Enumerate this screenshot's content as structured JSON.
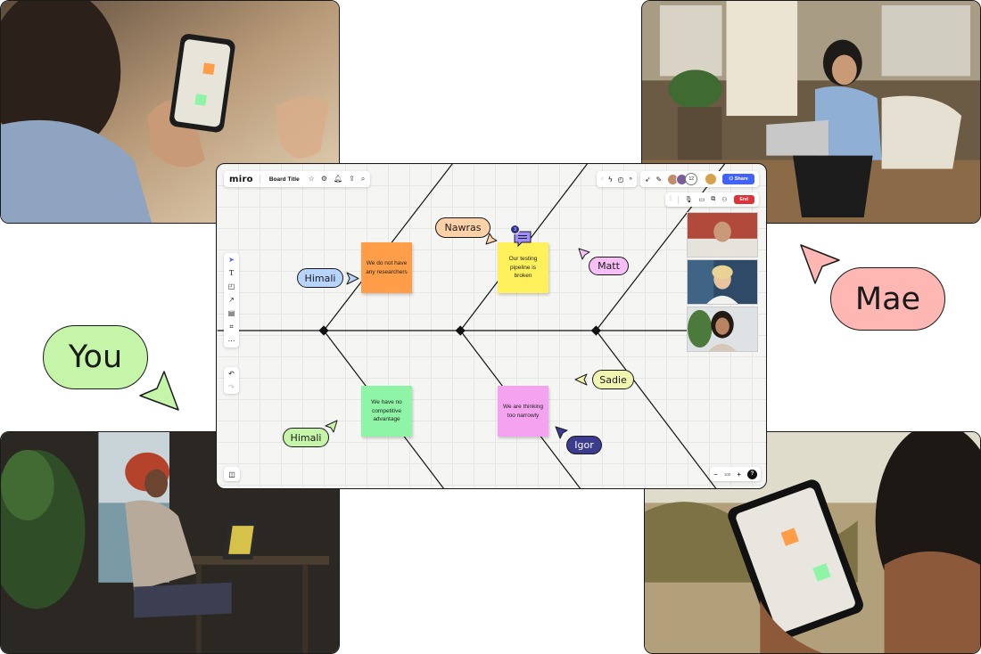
{
  "colors": {
    "accent": "#4262ff",
    "end_call": "#e0323a",
    "sticky_orange": "#ff9d48",
    "sticky_yellow": "#fff05c",
    "sticky_green": "#8ff5a6",
    "sticky_pink": "#f5a3f0"
  },
  "outer_cursors": {
    "you": {
      "label": "You",
      "color": "#c5f5a8"
    },
    "mae": {
      "label": "Mae",
      "color": "#ffb7b3"
    }
  },
  "board": {
    "toolbar": {
      "logo": "miro",
      "title": "Board Title",
      "icons": [
        "star-icon",
        "gear-icon",
        "bell-icon",
        "upload-icon",
        "search-icon"
      ]
    },
    "right_toolbar": {
      "icons": [
        "chevron-left-icon",
        "lightning-icon",
        "timer-icon",
        "chevron-down-icon",
        "cursor-icon",
        "reaction-icon"
      ],
      "avatar_count": "12",
      "share_label": "Share"
    },
    "call_controls": {
      "icons": [
        "sliders-icon",
        "mic-icon",
        "camera-icon",
        "screen-share-icon",
        "person-icon"
      ],
      "end_label": "End"
    },
    "tools": [
      "select-icon",
      "text-icon",
      "sticky-note-icon",
      "line-icon",
      "comment-icon",
      "frame-icon",
      "more-icon"
    ],
    "zoom": {
      "minus": "−",
      "level": "100",
      "plus": "+",
      "help": "?"
    },
    "comment_badge": "3",
    "stickies": [
      {
        "text": "We do not have any researchers",
        "color": "#ff9d48"
      },
      {
        "text": "Our testing pipeline is broken",
        "color": "#fff05c"
      },
      {
        "text": "We have no competitive advantage",
        "color": "#8ff5a6"
      },
      {
        "text": "We are thinking too narrowly",
        "color": "#f5a3f0"
      }
    ],
    "cursors": [
      {
        "label": "Nawras",
        "color": "#ffd1a8"
      },
      {
        "label": "Himali",
        "color": "#b7d4ff"
      },
      {
        "label": "Matt",
        "color": "#f7bff5"
      },
      {
        "label": "Sadie",
        "color": "#f0f5b0"
      },
      {
        "label": "Himali",
        "color": "#c5f5a8"
      },
      {
        "label": "Igor",
        "color": "#3b3b8f"
      }
    ]
  }
}
